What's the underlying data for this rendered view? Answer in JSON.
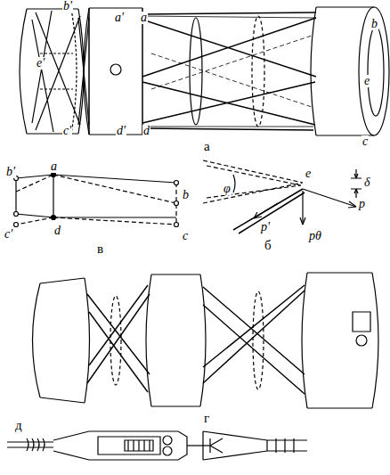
{
  "diagram": {
    "labels": [
      "b'",
      "a'",
      "a",
      "b",
      "e'",
      "e",
      "c'",
      "d'",
      "d",
      "c",
      "а",
      "φ",
      "e",
      "δ",
      "p'",
      "pθ",
      "p",
      "б",
      "b'",
      "a",
      "b",
      "c'",
      "d",
      "c",
      "в",
      "г",
      "д"
    ]
  }
}
